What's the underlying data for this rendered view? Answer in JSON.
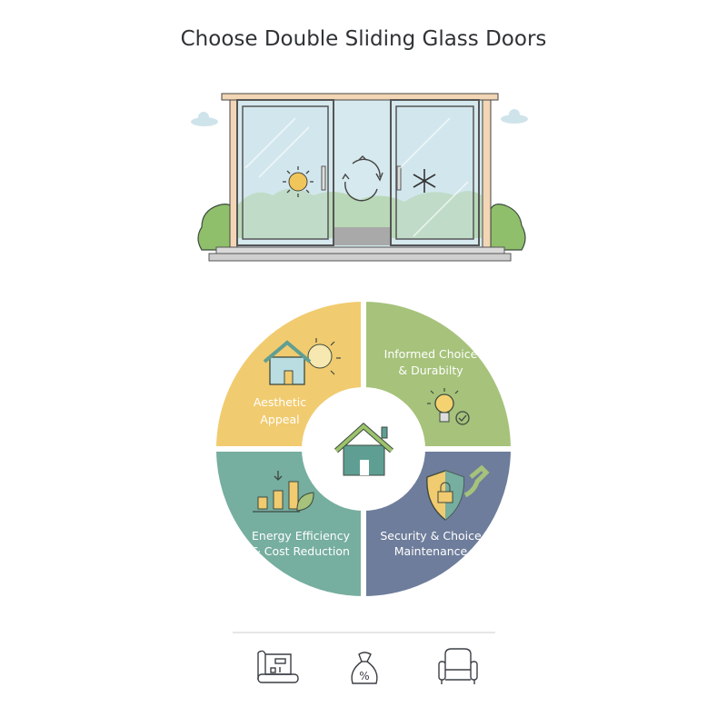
{
  "title": "Choose Double Sliding Glass Doors",
  "illustration": {
    "icons": [
      "sun-icon",
      "cycle-arrows-icon",
      "snowflake-icon"
    ]
  },
  "wheel": {
    "center_icon": "house-icon",
    "segments": [
      {
        "line1": "Aesthetic",
        "line2": "Appeal",
        "icon": "house-sun-icon",
        "color": "#F1CB6F"
      },
      {
        "line1": "Informed Choice",
        "line2": "& Durabilty",
        "icon": "lightbulb-check-icon",
        "color": "#A6C27B"
      },
      {
        "line1": "Energy Efficiency",
        "line2": "& Cost Reduction",
        "icon": "bar-chart-leaf-icon",
        "color": "#76AE9F"
      },
      {
        "line1": "Security & Choice",
        "line2": "Maintenance",
        "icon": "shield-lock-wrench-icon",
        "color": "#6E7D9B"
      }
    ]
  },
  "footer_icons": [
    "blueprint-icon",
    "money-bag-percent-icon",
    "armchair-icon"
  ]
}
